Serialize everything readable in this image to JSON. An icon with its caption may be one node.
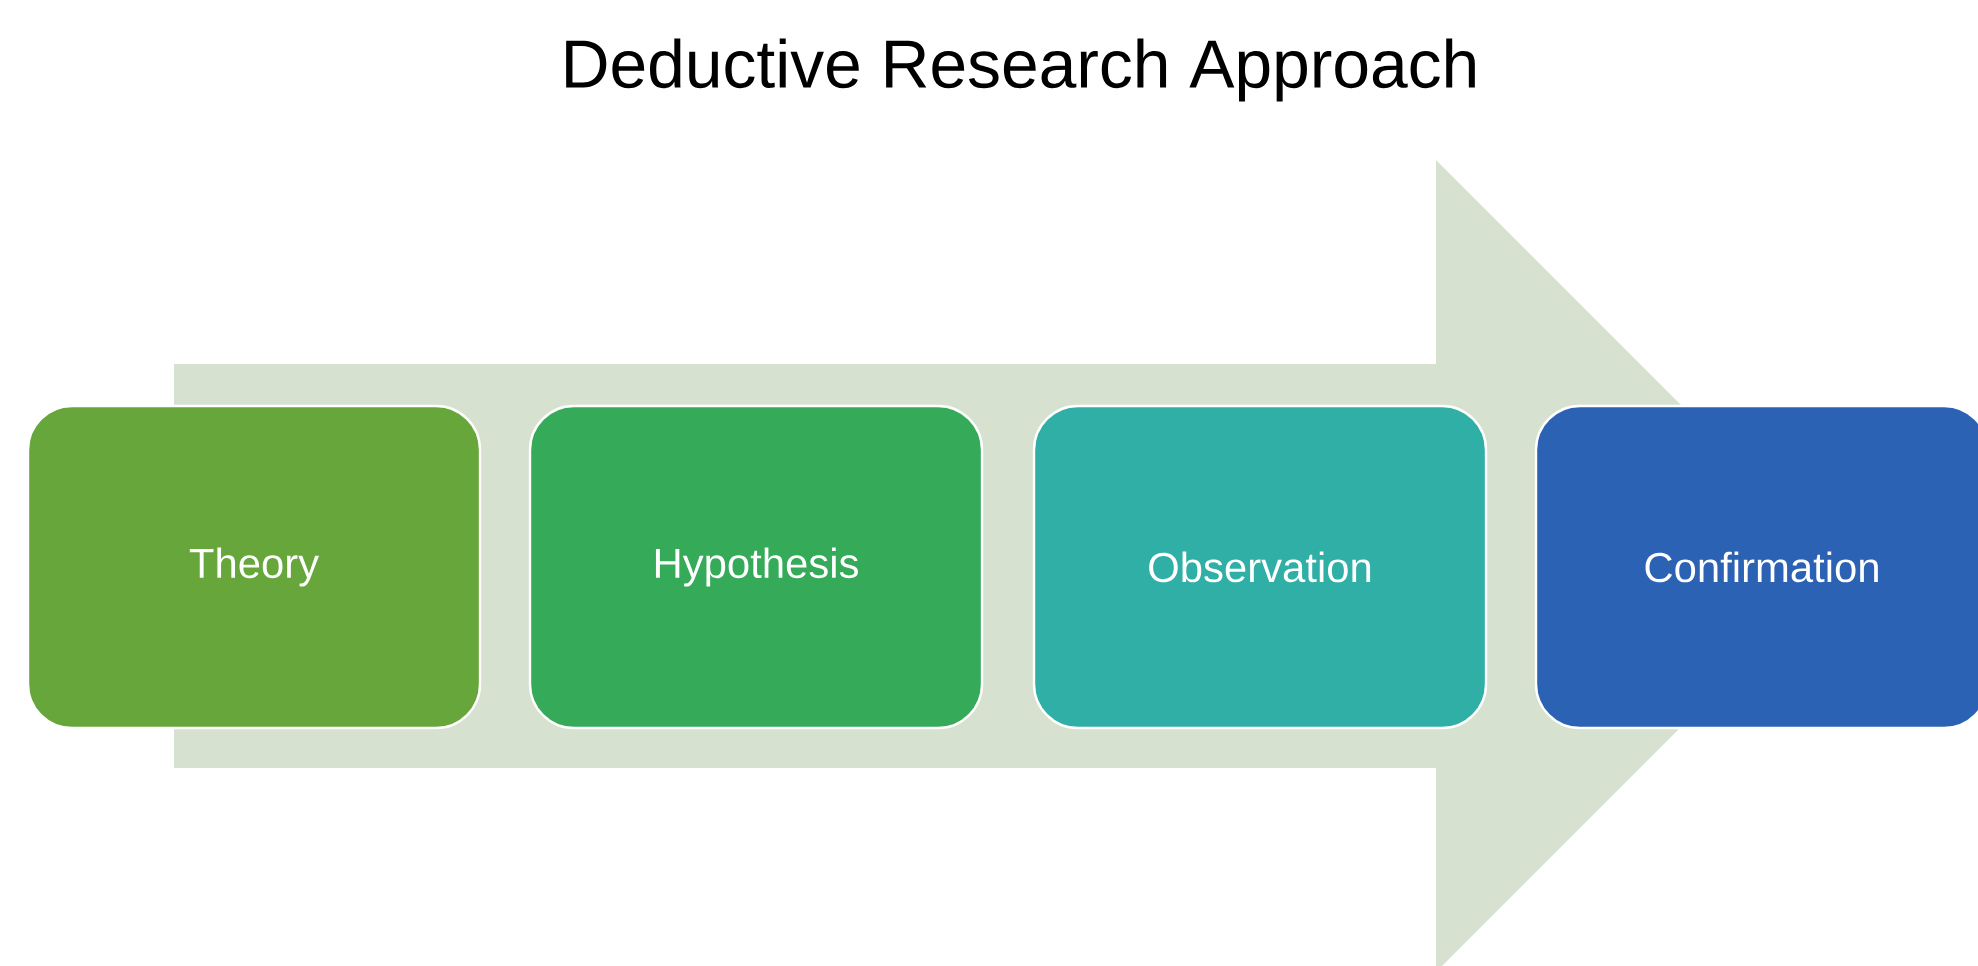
{
  "diagram": {
    "title": "Deductive Research Approach",
    "nodes": [
      {
        "text": [
          "Theory"
        ]
      },
      {
        "text": [
          "Hypothesis"
        ]
      },
      {
        "text": [
          "Observation"
        ]
      },
      {
        "text": [
          "Confirmation"
        ]
      }
    ],
    "edges": [
      {
        "from": 0,
        "to": 3,
        "arrow": "to"
      }
    ]
  }
}
